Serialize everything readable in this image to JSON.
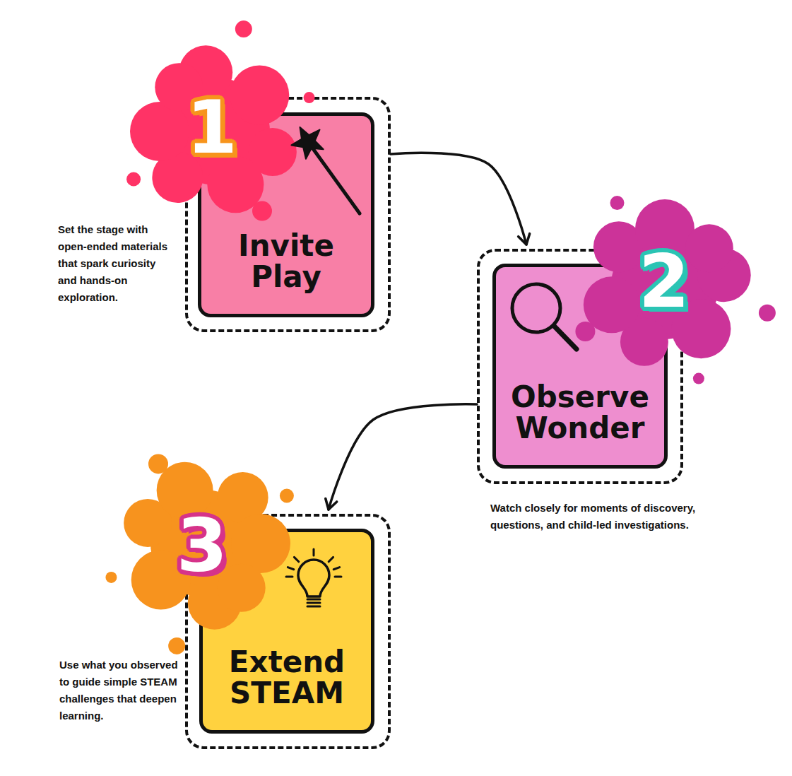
{
  "diagram": {
    "nodes": [
      {
        "text": [
          "Invite Play",
          "Set the stage with open-ended materials that spark curiosity and hands-on exploration."
        ]
      },
      {
        "text": [
          "Observe Wonder",
          "Watch closely for moments of discovery, questions, and child-led investigations."
        ]
      },
      {
        "text": [
          "Extend STEAM",
          "Use what you observed to guide simple STEAM challenges that deepen learning."
        ]
      }
    ],
    "edges": [
      {
        "from": 0,
        "to": 1,
        "arrow": "to"
      },
      {
        "from": 1,
        "to": 2,
        "arrow": "to"
      }
    ],
    "labels": [
      "1",
      "2",
      "3"
    ]
  }
}
